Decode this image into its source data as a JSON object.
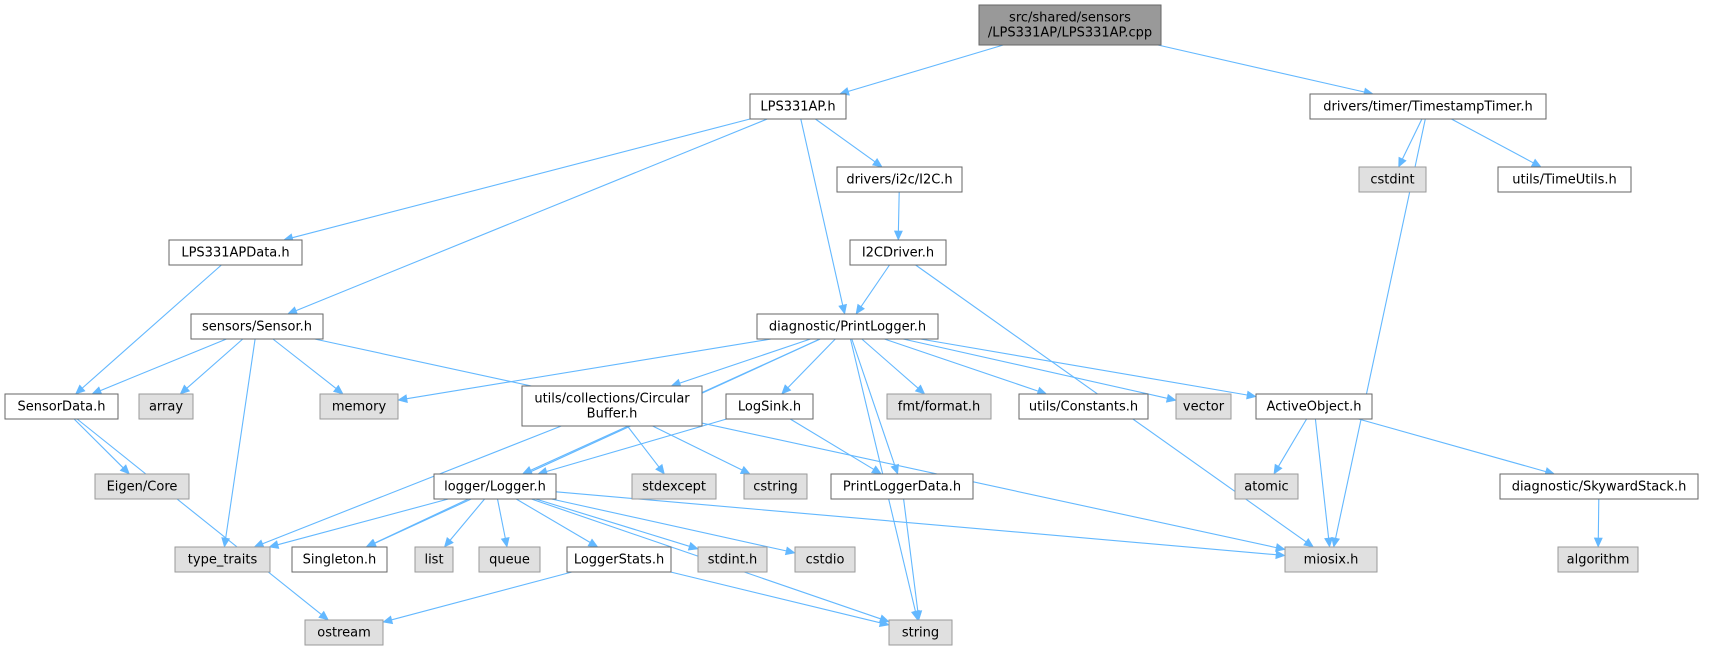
{
  "colors": {
    "root_fill": "#999999",
    "root_stroke": "#666666",
    "header_fill": "#ffffff",
    "header_stroke": "#666666",
    "system_fill": "#e0e0e0",
    "system_stroke": "#999999",
    "edge": "#63b8ff"
  },
  "nodes": [
    {
      "id": "root",
      "lines": [
        "src/shared/sensors",
        "/LPS331AP/LPS331AP.cpp"
      ],
      "kind": "root"
    },
    {
      "id": "lps331ap_h",
      "lines": [
        "LPS331AP.h"
      ],
      "kind": "header"
    },
    {
      "id": "timestamptimer_h",
      "lines": [
        "drivers/timer/TimestampTimer.h"
      ],
      "kind": "header"
    },
    {
      "id": "cstdint",
      "lines": [
        "cstdint"
      ],
      "kind": "system"
    },
    {
      "id": "timeutils_h",
      "lines": [
        "utils/TimeUtils.h"
      ],
      "kind": "header"
    },
    {
      "id": "i2c_h",
      "lines": [
        "drivers/i2c/I2C.h"
      ],
      "kind": "header"
    },
    {
      "id": "lps331apdata_h",
      "lines": [
        "LPS331APData.h"
      ],
      "kind": "header"
    },
    {
      "id": "i2cdriver_h",
      "lines": [
        "I2CDriver.h"
      ],
      "kind": "header"
    },
    {
      "id": "sensor_h",
      "lines": [
        "sensors/Sensor.h"
      ],
      "kind": "header"
    },
    {
      "id": "printlogger_h",
      "lines": [
        "diagnostic/PrintLogger.h"
      ],
      "kind": "header"
    },
    {
      "id": "sensordata_h",
      "lines": [
        "SensorData.h"
      ],
      "kind": "header"
    },
    {
      "id": "array",
      "lines": [
        "array"
      ],
      "kind": "system"
    },
    {
      "id": "memory",
      "lines": [
        "memory"
      ],
      "kind": "system"
    },
    {
      "id": "circularbuffer_h",
      "lines": [
        "utils/collections/Circular",
        "Buffer.h"
      ],
      "kind": "header"
    },
    {
      "id": "logsink_h",
      "lines": [
        "LogSink.h"
      ],
      "kind": "header"
    },
    {
      "id": "fmtformat_h",
      "lines": [
        "fmt/format.h"
      ],
      "kind": "system"
    },
    {
      "id": "constants_h",
      "lines": [
        "utils/Constants.h"
      ],
      "kind": "header"
    },
    {
      "id": "vector",
      "lines": [
        "vector"
      ],
      "kind": "system"
    },
    {
      "id": "activeobject_h",
      "lines": [
        "ActiveObject.h"
      ],
      "kind": "header"
    },
    {
      "id": "eigencore",
      "lines": [
        "Eigen/Core"
      ],
      "kind": "system"
    },
    {
      "id": "stdexcept",
      "lines": [
        "stdexcept"
      ],
      "kind": "system"
    },
    {
      "id": "cstring",
      "lines": [
        "cstring"
      ],
      "kind": "system"
    },
    {
      "id": "logger_h",
      "lines": [
        "logger/Logger.h"
      ],
      "kind": "header"
    },
    {
      "id": "printloggerdata_h",
      "lines": [
        "PrintLoggerData.h"
      ],
      "kind": "header"
    },
    {
      "id": "atomic",
      "lines": [
        "atomic"
      ],
      "kind": "system"
    },
    {
      "id": "skywardstack_h",
      "lines": [
        "diagnostic/SkywardStack.h"
      ],
      "kind": "header"
    },
    {
      "id": "type_traits",
      "lines": [
        "type_traits"
      ],
      "kind": "system"
    },
    {
      "id": "singleton_h",
      "lines": [
        "Singleton.h"
      ],
      "kind": "header"
    },
    {
      "id": "list",
      "lines": [
        "list"
      ],
      "kind": "system"
    },
    {
      "id": "queue",
      "lines": [
        "queue"
      ],
      "kind": "system"
    },
    {
      "id": "loggerstats_h",
      "lines": [
        "LoggerStats.h"
      ],
      "kind": "header"
    },
    {
      "id": "stdint_h",
      "lines": [
        "stdint.h"
      ],
      "kind": "system"
    },
    {
      "id": "cstdio",
      "lines": [
        "cstdio"
      ],
      "kind": "system"
    },
    {
      "id": "miosix_h",
      "lines": [
        "miosix.h"
      ],
      "kind": "system"
    },
    {
      "id": "algorithm",
      "lines": [
        "algorithm"
      ],
      "kind": "system"
    },
    {
      "id": "ostream",
      "lines": [
        "ostream"
      ],
      "kind": "system"
    },
    {
      "id": "string",
      "lines": [
        "string"
      ],
      "kind": "system"
    }
  ],
  "edges": [
    [
      "root",
      "lps331ap_h"
    ],
    [
      "root",
      "timestamptimer_h"
    ],
    [
      "lps331ap_h",
      "lps331apdata_h"
    ],
    [
      "lps331ap_h",
      "sensor_h"
    ],
    [
      "lps331ap_h",
      "i2c_h"
    ],
    [
      "lps331ap_h",
      "printlogger_h"
    ],
    [
      "timestamptimer_h",
      "cstdint"
    ],
    [
      "timestamptimer_h",
      "timeutils_h"
    ],
    [
      "timestamptimer_h",
      "miosix_h"
    ],
    [
      "i2c_h",
      "i2cdriver_h"
    ],
    [
      "i2cdriver_h",
      "printlogger_h"
    ],
    [
      "i2cdriver_h",
      "miosix_h"
    ],
    [
      "lps331apdata_h",
      "sensordata_h"
    ],
    [
      "sensor_h",
      "sensordata_h"
    ],
    [
      "sensor_h",
      "array"
    ],
    [
      "sensor_h",
      "memory"
    ],
    [
      "sensor_h",
      "type_traits"
    ],
    [
      "sensor_h",
      "miosix_h"
    ],
    [
      "sensordata_h",
      "eigencore"
    ],
    [
      "sensordata_h",
      "ostream"
    ],
    [
      "printlogger_h",
      "memory"
    ],
    [
      "printlogger_h",
      "circularbuffer_h"
    ],
    [
      "printlogger_h",
      "logsink_h"
    ],
    [
      "printlogger_h",
      "fmtformat_h"
    ],
    [
      "printlogger_h",
      "constants_h"
    ],
    [
      "printlogger_h",
      "vector"
    ],
    [
      "printlogger_h",
      "activeobject_h"
    ],
    [
      "printlogger_h",
      "logger_h"
    ],
    [
      "printlogger_h",
      "singleton_h"
    ],
    [
      "printlogger_h",
      "printloggerdata_h"
    ],
    [
      "printlogger_h",
      "string"
    ],
    [
      "circularbuffer_h",
      "stdexcept"
    ],
    [
      "circularbuffer_h",
      "cstring"
    ],
    [
      "circularbuffer_h",
      "type_traits"
    ],
    [
      "logsink_h",
      "logger_h"
    ],
    [
      "logsink_h",
      "printloggerdata_h"
    ],
    [
      "activeobject_h",
      "atomic"
    ],
    [
      "activeobject_h",
      "miosix_h"
    ],
    [
      "activeobject_h",
      "skywardstack_h"
    ],
    [
      "skywardstack_h",
      "algorithm"
    ],
    [
      "logger_h",
      "type_traits"
    ],
    [
      "logger_h",
      "singleton_h"
    ],
    [
      "logger_h",
      "list"
    ],
    [
      "logger_h",
      "queue"
    ],
    [
      "logger_h",
      "loggerstats_h"
    ],
    [
      "logger_h",
      "stdint_h"
    ],
    [
      "logger_h",
      "cstdio"
    ],
    [
      "logger_h",
      "string"
    ],
    [
      "logger_h",
      "miosix_h"
    ],
    [
      "loggerstats_h",
      "ostream"
    ],
    [
      "loggerstats_h",
      "string"
    ],
    [
      "printloggerdata_h",
      "string"
    ]
  ]
}
